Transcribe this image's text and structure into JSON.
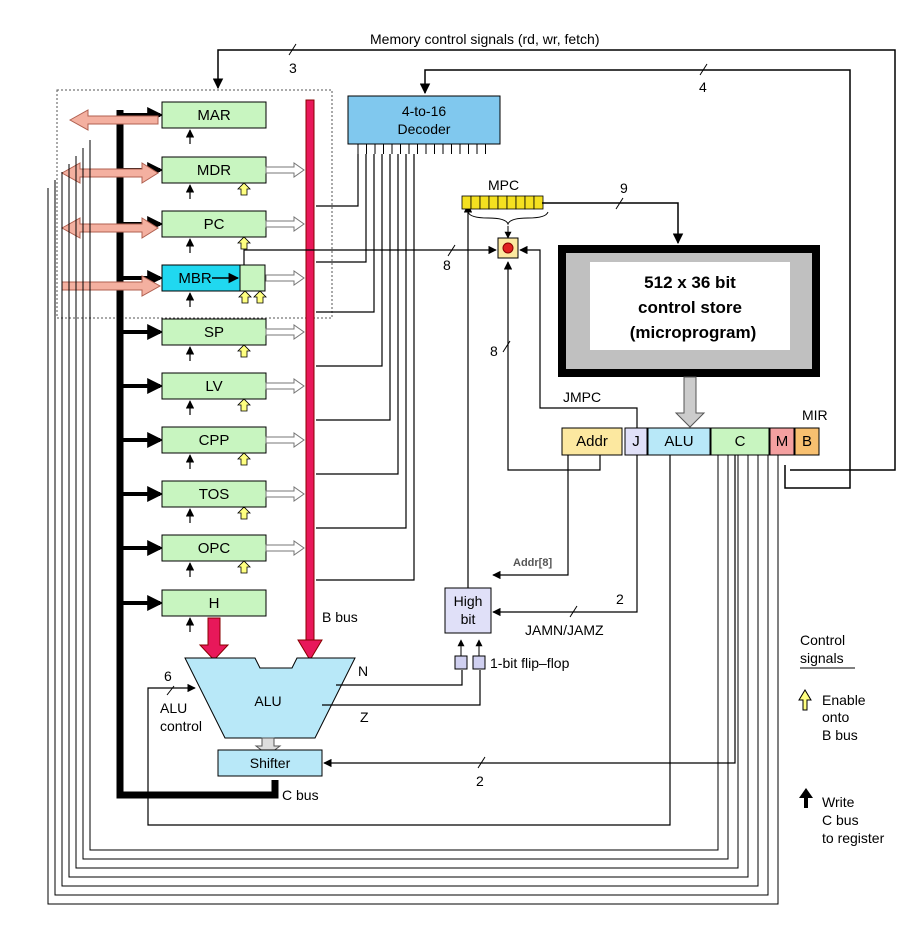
{
  "memory_signals": "Memory control signals (rd, wr, fetch)",
  "registers": [
    "MAR",
    "MDR",
    "PC",
    "MBR",
    "SP",
    "LV",
    "CPP",
    "TOS",
    "OPC",
    "H"
  ],
  "decoder": {
    "line1": "4-to-16",
    "line2": "Decoder"
  },
  "mpc": "MPC",
  "control_store": {
    "line1": "512 x 36 bit",
    "line2": "control store",
    "line3": "(microprogram)"
  },
  "mir": {
    "label": "MIR",
    "fields": [
      "Addr",
      "J",
      "ALU",
      "C",
      "M",
      "B"
    ]
  },
  "jmpc": "JMPC",
  "addr8": "Addr[8]",
  "high_bit": {
    "line1": "High",
    "line2": "bit"
  },
  "jamn": "JAMN/JAMZ",
  "flipflop": "1-bit flip–flop",
  "alu": "ALU",
  "alu_control": {
    "line1": "ALU",
    "line2": "control"
  },
  "shifter": "Shifter",
  "b_bus": "B bus",
  "c_bus": "C bus",
  "flags": {
    "n": "N",
    "z": "Z"
  },
  "bit_widths": {
    "mem": "3",
    "decoder": "4",
    "mpc_cs": "9",
    "mbr_mpc": "8",
    "addr_mpc": "8",
    "jam": "2",
    "shift": "2",
    "alu_ctl": "6"
  },
  "legend": {
    "title1": "Control",
    "title2": "signals",
    "enable": [
      "Enable",
      "onto",
      "B bus"
    ],
    "write": [
      "Write",
      "C bus",
      "to register"
    ]
  },
  "colors": {
    "register": "#c8f5c0",
    "mbr": "#20d8f0",
    "decoder": "#80c8ee",
    "alu": "#b8e8f8",
    "bbus": "#e8185a",
    "addr": "#fce8a0",
    "j": "#e0e0f8",
    "c": "#c8f5c0",
    "m": "#f4a0a0",
    "b": "#f8c070"
  }
}
